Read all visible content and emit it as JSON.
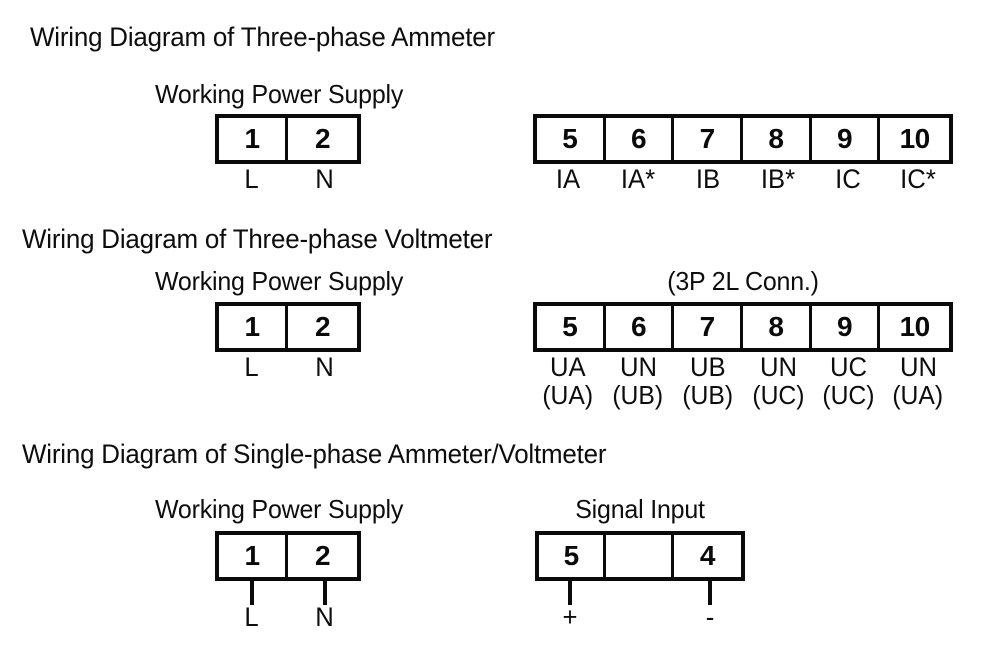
{
  "document": {
    "type": "wiring-diagram",
    "ink_color": "#0a0a0a",
    "background_color": "#ffffff"
  },
  "sections": [
    {
      "id": "three-phase-ammeter",
      "title": "Wiring Diagram of Three-phase Ammeter",
      "groups": [
        {
          "id": "power-supply-1",
          "caption": "Working Power Supply",
          "terminals": [
            "1",
            "2"
          ],
          "labels": [
            "L",
            "N"
          ],
          "has_wire_stubs": false
        },
        {
          "id": "current-input-1",
          "caption": "",
          "terminals": [
            "5",
            "6",
            "7",
            "8",
            "9",
            "10"
          ],
          "labels": [
            "IA",
            "IA*",
            "IB",
            "IB*",
            "IC",
            "IC*"
          ],
          "has_wire_stubs": false
        }
      ]
    },
    {
      "id": "three-phase-voltmeter",
      "title": "Wiring Diagram of Three-phase Voltmeter",
      "groups": [
        {
          "id": "power-supply-2",
          "caption": "Working Power Supply",
          "terminals": [
            "1",
            "2"
          ],
          "labels": [
            "L",
            "N"
          ],
          "has_wire_stubs": false
        },
        {
          "id": "voltage-input-2",
          "caption": "(3P 2L Conn.)",
          "terminals": [
            "5",
            "6",
            "7",
            "8",
            "9",
            "10"
          ],
          "labels": [
            "UA",
            "UN",
            "UB",
            "UN",
            "UC",
            "UN"
          ],
          "sublabels": [
            "(UA)",
            "(UB)",
            "(UB)",
            "(UC)",
            "(UC)",
            "(UA)"
          ],
          "has_wire_stubs": false
        }
      ]
    },
    {
      "id": "single-phase-ammeter-voltmeter",
      "title": "Wiring Diagram of Single-phase Ammeter/Voltmeter",
      "groups": [
        {
          "id": "power-supply-3",
          "caption": "Working Power Supply",
          "terminals": [
            "1",
            "2"
          ],
          "labels": [
            "L",
            "N"
          ],
          "has_wire_stubs": true
        },
        {
          "id": "signal-input-3",
          "caption": "Signal Input",
          "terminals": [
            "5",
            "",
            "4"
          ],
          "labels": [
            "+",
            "",
            "-"
          ],
          "has_wire_stubs": true
        }
      ]
    }
  ]
}
